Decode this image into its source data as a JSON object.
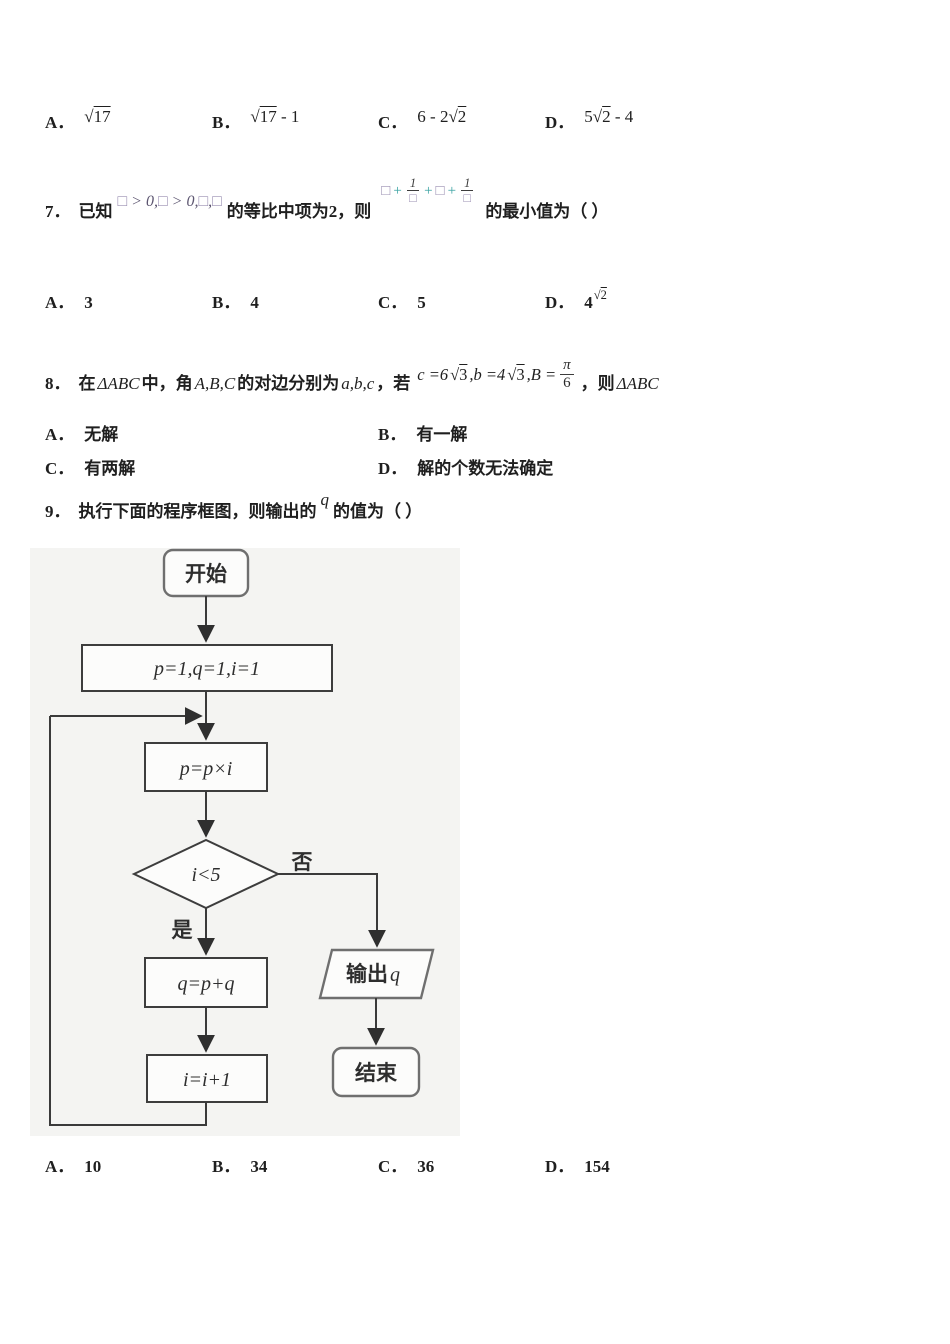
{
  "sym": {
    "sqrt": "√"
  },
  "colors": {
    "placeholder_box": "#9a8fb2",
    "plus_sign": "#3aa3a3",
    "text": "#1f1f1f",
    "flowchart_stroke": "#3d3d3d"
  },
  "q6": {
    "options": [
      {
        "label": "A．",
        "pre": "",
        "rad": "17",
        "post": ""
      },
      {
        "label": "B．",
        "pre": "",
        "rad": "17",
        "post": " - 1"
      },
      {
        "label": "C．",
        "pre": "6 - 2",
        "rad": "2",
        "post": ""
      },
      {
        "label": "D．",
        "pre": "5",
        "rad": "2",
        "post": " - 4"
      }
    ]
  },
  "q7": {
    "num": "7．",
    "intro": "已知",
    "cond": [
      "□",
      " > 0,",
      "□",
      " > 0,",
      "□",
      ",",
      "□"
    ],
    "mid": "的等比中项为2，则",
    "sum": {
      "box": "□",
      "plus": "+",
      "num": "1",
      "den": "□"
    },
    "tail": "的最小值为（ ）",
    "options": [
      {
        "label": "A．",
        "value": "3"
      },
      {
        "label": "B．",
        "value": "4"
      },
      {
        "label": "C．",
        "value": "5"
      },
      {
        "label": "D．",
        "value": "4",
        "exp_rad": "2"
      }
    ]
  },
  "q8": {
    "num": "8．",
    "t1": "在",
    "m1": "ΔABC",
    "t2": "中，角",
    "m2": "A,B,C",
    "t3": "的对边分别为",
    "m3": "a,b,c",
    "t4": "，若",
    "expr": {
      "p1": "c =6",
      "r1": "3",
      "p2": ",b =4",
      "r2": "3",
      "p3": ",B =",
      "fnum": "π",
      "fden": "6"
    },
    "t5": "，则",
    "m4": "ΔABC",
    "options": [
      {
        "label": "A．",
        "text": "无解"
      },
      {
        "label": "B．",
        "text": "有一解"
      },
      {
        "label": "C．",
        "text": "有两解"
      },
      {
        "label": "D．",
        "text": "解的个数无法确定"
      }
    ]
  },
  "q9": {
    "num": "9．",
    "t1": "执行下面的程序框图，则输出的",
    "var": "q",
    "t2": "的值为（ ）",
    "options": [
      {
        "label": "A．",
        "value": "10"
      },
      {
        "label": "B．",
        "value": "34"
      },
      {
        "label": "C．",
        "value": "36"
      },
      {
        "label": "D．",
        "value": "154"
      }
    ]
  },
  "flowchart": {
    "start": "开始",
    "init": "p=1,q=1,i=1",
    "step1": "p=p×i",
    "cond": "i<5",
    "no": "否",
    "yes": "是",
    "step2": "q=p+q",
    "step3": "i=i+1",
    "output_label": "输出",
    "output_var": "q",
    "end": "结束"
  }
}
